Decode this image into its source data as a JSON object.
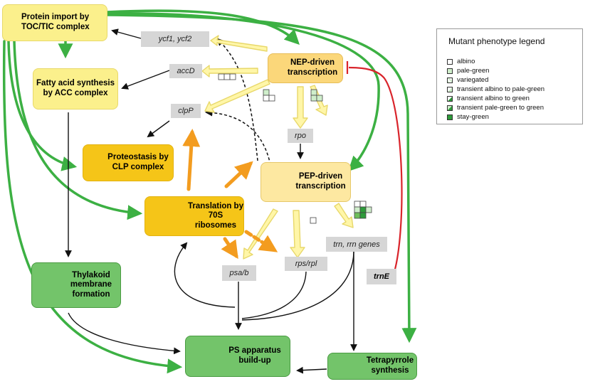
{
  "nodes": {
    "protein_import": "Protein import by TOC/TIC complex",
    "fatty_acid": "Fatty acid synthesis by ACC complex",
    "proteostasis": "Proteostasis by CLP complex",
    "translation": "Translation by 70S ribosomes",
    "thylakoid": "Thylakoid membrane formation",
    "ps_apparatus": "PS apparatus build-up",
    "tetrapyrrole": "Tetrapyrrole synthesis",
    "nep": "NEP-driven transcription",
    "pep": "PEP-driven transcription"
  },
  "genes": {
    "ycf": "ycf1, ycf2",
    "accD": "accD",
    "clpP": "clpP",
    "rpo": "rpo",
    "psab": "psa/b",
    "rpsrpl": "rps/rpl",
    "trnrrn": "trn, rrn genes",
    "trnE": "trnE"
  },
  "legend": {
    "title": "Mutant phenotype legend",
    "items": [
      {
        "label": "albino",
        "swatch": "albino"
      },
      {
        "label": "pale-green",
        "swatch": "pale-green"
      },
      {
        "label": "variegated",
        "swatch": "variegated"
      },
      {
        "label": "transient albino to pale-green",
        "swatch": "albino-pale"
      },
      {
        "label": "transient albino to green",
        "swatch": "albino-green"
      },
      {
        "label": "transient pale-green to green",
        "swatch": "pale-green-green"
      },
      {
        "label": "stay-green",
        "swatch": "stay-green"
      }
    ]
  },
  "colors": {
    "green_arrow": "#3cb043",
    "orange_arrow": "#f39c1f",
    "red_inhibit": "#d9242b",
    "hollow_yellow": "#fff6a8",
    "hollow_yellow_stroke": "#e8d86a",
    "albino": "#ffffff",
    "pale_green": "#cfeecb",
    "stay_green": "#2e9b3a"
  }
}
